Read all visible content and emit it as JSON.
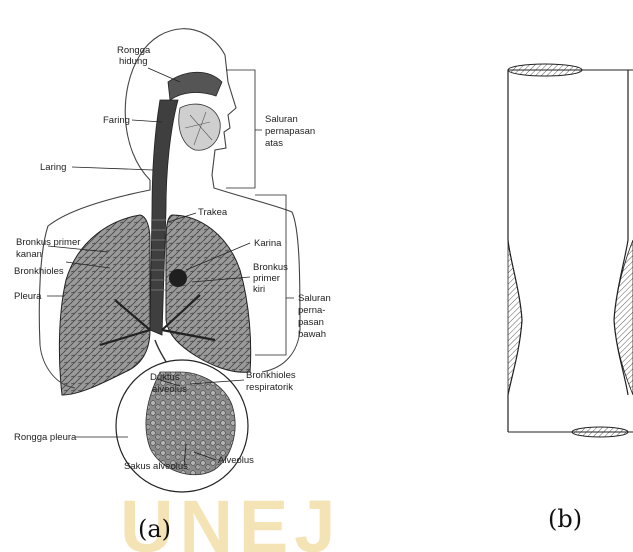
{
  "figure_a": {
    "caption": "(a)",
    "labels": {
      "rongga_hidung_1": "Rongga",
      "rongga_hidung_2": "hidung",
      "faring": "Faring",
      "laring": "Laring",
      "saluran_atas_1": "Saluran",
      "saluran_atas_2": "pernapasan",
      "saluran_atas_3": "atas",
      "trakea": "Trakea",
      "bronkus_primer_kanan_1": "Bronkus primer",
      "bronkus_primer_kanan_2": "kanan",
      "karina": "Karina",
      "bronkhioles": "Bronkhioles",
      "bronkus_primer_kiri_1": "Bronkus",
      "bronkus_primer_kiri_2": "primer",
      "bronkus_primer_kiri_3": "kiri",
      "pleura": "Pleura",
      "saluran_bawah_1": "Saluran",
      "saluran_bawah_2": "perna-",
      "saluran_bawah_3": "pasan",
      "saluran_bawah_4": "bawah",
      "duktus_alveolus_1": "Duktus",
      "duktus_alveolus_2": "alveolus",
      "bronkhioles_respiratorik_1": "Bronkhioles",
      "bronkhioles_respiratorik_2": "respiratorik",
      "rongga_pleura": "Rongga pleura",
      "alveolus": "Alveolus",
      "sakus_alveolus": "Sakus alveolus"
    }
  },
  "figure_b": {
    "caption": "(b)"
  },
  "watermark": "UNEJ"
}
